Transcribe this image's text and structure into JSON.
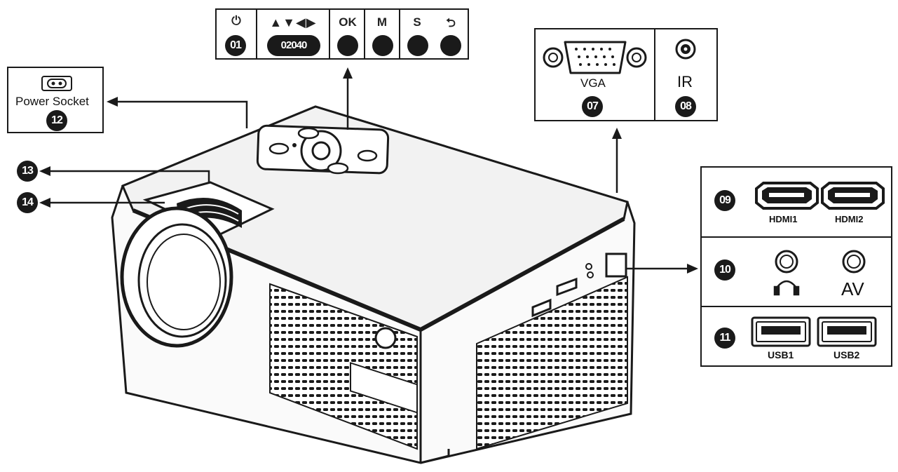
{
  "control_panel": {
    "power_symbol": "⏻",
    "arrows_symbol": "▲▼◀▶",
    "ok_label": "OK",
    "m_label": "M",
    "s_label": "S",
    "back_symbol": "⮌",
    "badge_01": "01",
    "badge_0204": "02040"
  },
  "power_socket": {
    "label": "Power Socket",
    "badge": "12"
  },
  "side_labels": {
    "badge_13": "13",
    "badge_14": "14"
  },
  "vga_ir_panel": {
    "vga_label": "VGA",
    "vga_badge": "07",
    "ir_label": "IR",
    "ir_badge": "08"
  },
  "ports_panel": {
    "hdmi_badge": "09",
    "hdmi1_label": "HDMI1",
    "hdmi2_label": "HDMI2",
    "audio_badge": "10",
    "av_label": "AV",
    "usb_badge": "11",
    "usb1_label": "USB1",
    "usb2_label": "USB2"
  },
  "colors": {
    "line": "#1a1a1a",
    "background": "#ffffff"
  },
  "icons": [
    "power-icon",
    "arrow-keys-icon",
    "back-icon",
    "power-socket-icon",
    "vga-port-icon",
    "ir-sensor-icon",
    "hdmi-port-icon",
    "audio-jack-icon",
    "headphone-icon",
    "usb-port-icon"
  ]
}
